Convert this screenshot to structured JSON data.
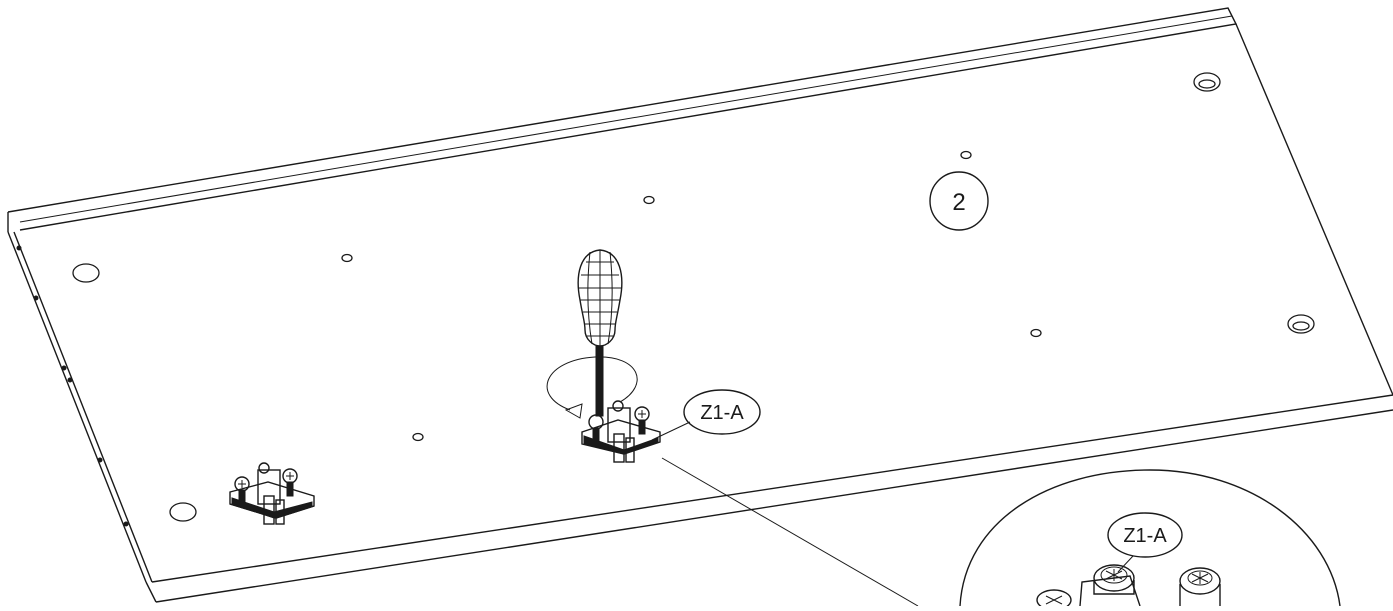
{
  "step_number": "2",
  "callouts": {
    "main_hinge_label": "Z1-A",
    "detail_label": "Z1-A"
  },
  "colors": {
    "line": "#1a1a1a",
    "background": "#ffffff"
  },
  "icons": [
    "screwdriver-icon",
    "rotation-arrow-icon",
    "hinge-plate-icon",
    "screw-head-icon"
  ]
}
